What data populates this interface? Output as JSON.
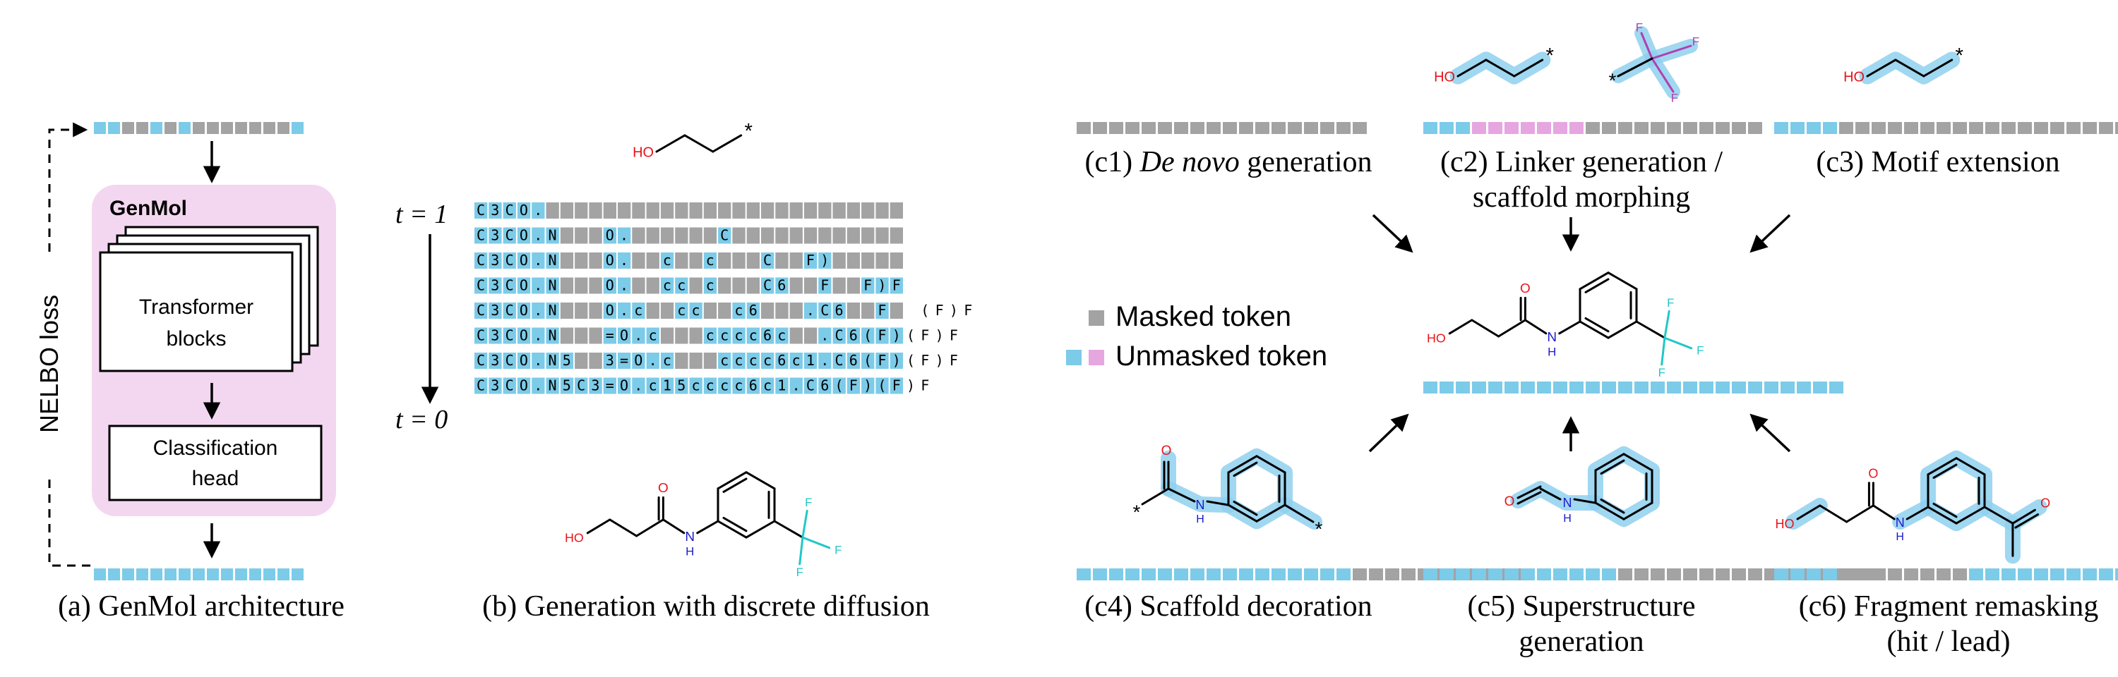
{
  "colors": {
    "unmasked": "#7ccbe8",
    "masked": "#a3a3a3",
    "pink": "#e6a6e0",
    "panel_pink": "#f3d7f0",
    "highlight": "#8fd0ee",
    "oxygen": "#e8141b",
    "nitrogen": "#1a1acc",
    "fluorine": "#22c7c7"
  },
  "panel_a": {
    "model_name": "GenMol",
    "transformer_label": [
      "Transformer",
      "blocks"
    ],
    "head_label": [
      "Classification",
      "head"
    ],
    "loss_label": "NELBO loss",
    "caption": "(a) GenMol architecture",
    "top_tokens": "UUMMUMUMMMMMMMU",
    "bottom_tokens": "UUUUUUUUUUUUUUU"
  },
  "panel_b": {
    "t_top": "t = 1",
    "t_bottom": "t = 0",
    "caption": "(b) Generation with discrete diffusion",
    "rows": [
      "C3CO.##################",
      "C3CO.N###O.######C#####",
      "C3CO.N###O.##c##c###C##F)",
      "C3CO.N###O.##cc#c###C6##F##F)F",
      "C3CO.N###O.c##cc##c6###.C6##F##(F)F",
      "C3CO.N###=O.c###cccc6c##.C6(F)(F)F",
      "C3CO.N5##3=O.c###cccc6c1.C6(F)(F)F",
      "C3CO.N5C3=O.c15cccc6c1.C6(F)(F)F"
    ],
    "molecule_top": {
      "atoms": [
        "HO",
        "*"
      ]
    },
    "molecule_bottom": {
      "atoms": [
        "HO",
        "O",
        "N",
        "H",
        "F",
        "F",
        "F"
      ]
    }
  },
  "legend": {
    "masked": "Masked token",
    "unmasked": "Unmasked token"
  },
  "tasks": {
    "c1": {
      "caption": [
        "(c1) ",
        "De novo",
        " generation"
      ],
      "tokens": "MMMMMMMMMMMMMMMMMM"
    },
    "c2": {
      "caption": [
        "(c2) Linker generation /",
        "scaffold morphing"
      ],
      "tokens": "UUUPPPPPPPMMMMMMMMMMM",
      "atoms_left": [
        "HO",
        "*"
      ],
      "atoms_right": [
        "F",
        "F",
        "F",
        "*"
      ]
    },
    "c3": {
      "caption": [
        "(c3) Motif extension"
      ],
      "tokens": "UUUUMMMMMMMMMMMMMMMMMM",
      "atoms": [
        "HO",
        "*"
      ]
    },
    "c4": {
      "caption": [
        "(c4) Scaffold decoration"
      ],
      "tokens": "UUUUUUUUUUUUUUUUUMMMMMMMMMMM",
      "atoms": [
        "O",
        "N",
        "H",
        "*",
        "*"
      ]
    },
    "c5": {
      "caption": [
        "(c5) Superstructure",
        "generation"
      ],
      "tokens": "UUUUUUUUUUUUMMMMMMMMMMMMMMMM",
      "atoms": [
        "O",
        "N",
        "H"
      ]
    },
    "c6": {
      "caption": [
        "(c6) Fragment remasking",
        "(hit / lead)"
      ],
      "tokens": "UUUUMMMMMMMMUUUUUUUUUUUUUUUUU",
      "atoms": [
        "HO",
        "O",
        "N",
        "H",
        "O"
      ]
    },
    "center": {
      "tokens": "UUUUUUUUUUUUUUUUUUUUUUUUUU",
      "atoms": [
        "HO",
        "O",
        "N",
        "H",
        "F",
        "F",
        "F"
      ]
    }
  }
}
